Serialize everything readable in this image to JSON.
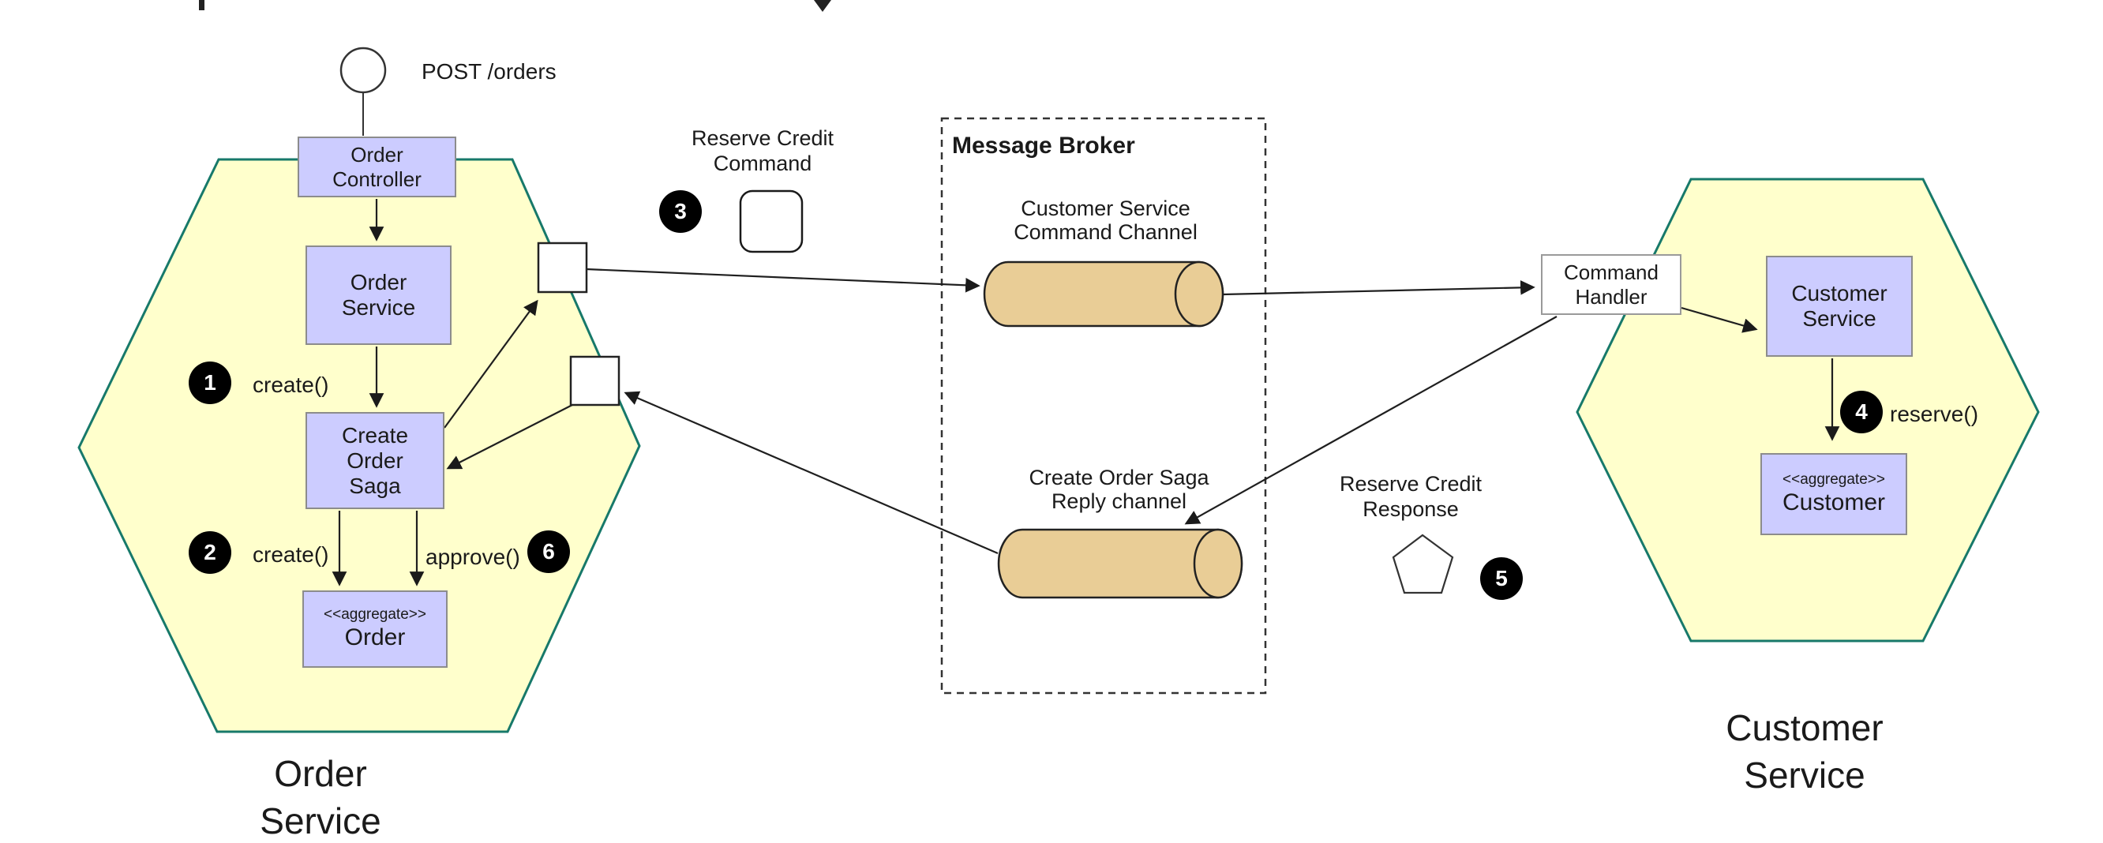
{
  "colors": {
    "hexagon_fill": "#FFFFCC",
    "hexagon_stroke": "#17796A",
    "component_fill": "#CCCCFF",
    "component_stroke": "#8C8C8C",
    "channel_fill": "#E9CD96",
    "outline": "#2B2B2B",
    "badge_fill": "#000000",
    "badge_text": "#FFFFFF",
    "text": "#1A1A1A"
  },
  "actor": {
    "label": "POST /orders"
  },
  "order_hexagon": {
    "label": "Order\nService",
    "controller": "Order\nController",
    "service": "Order\nService",
    "saga": "Create\nOrder\nSaga",
    "aggregate_stereotype": "<<aggregate>>",
    "aggregate_name": "Order"
  },
  "broker": {
    "title": "Message Broker",
    "command_channel": "Customer Service\nCommand Channel",
    "reply_channel": "Create Order Saga\nReply channel"
  },
  "customer_hexagon": {
    "label": "Customer\nService",
    "command_handler": "Command\nHandler",
    "service": "Customer\nService",
    "aggregate_stereotype": "<<aggregate>>",
    "aggregate_name": "Customer"
  },
  "steps": {
    "s1": {
      "num": "1",
      "label": "create()"
    },
    "s2": {
      "num": "2",
      "label": "create()"
    },
    "s3": {
      "num": "3",
      "label": "Reserve Credit\nCommand"
    },
    "s4": {
      "num": "4",
      "label": "reserve()"
    },
    "s5": {
      "num": "5",
      "label": "Reserve Credit\nResponse"
    },
    "s6": {
      "num": "6",
      "label": "approve()"
    }
  }
}
